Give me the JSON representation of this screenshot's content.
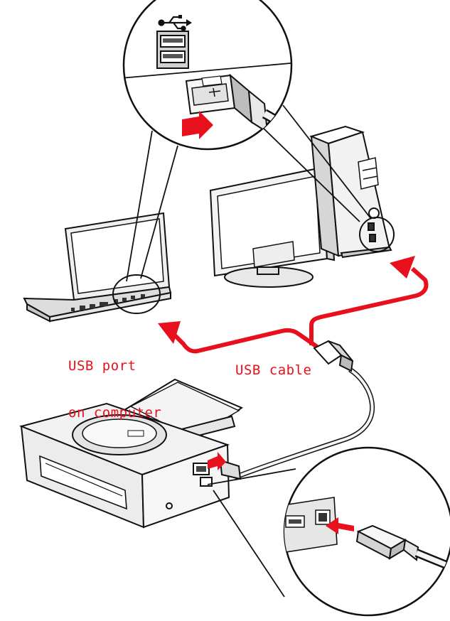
{
  "labels": {
    "usb_port_line1": "USB port",
    "usb_port_line2": "on computer",
    "usb_cable": "USB cable"
  },
  "colors": {
    "accent": "#e8101c",
    "line": "#111111",
    "fill_light": "#f4f4f4",
    "fill_mid": "#d9d9d9"
  },
  "icons": [
    "usb-symbol-icon",
    "insert-arrow-icon"
  ]
}
